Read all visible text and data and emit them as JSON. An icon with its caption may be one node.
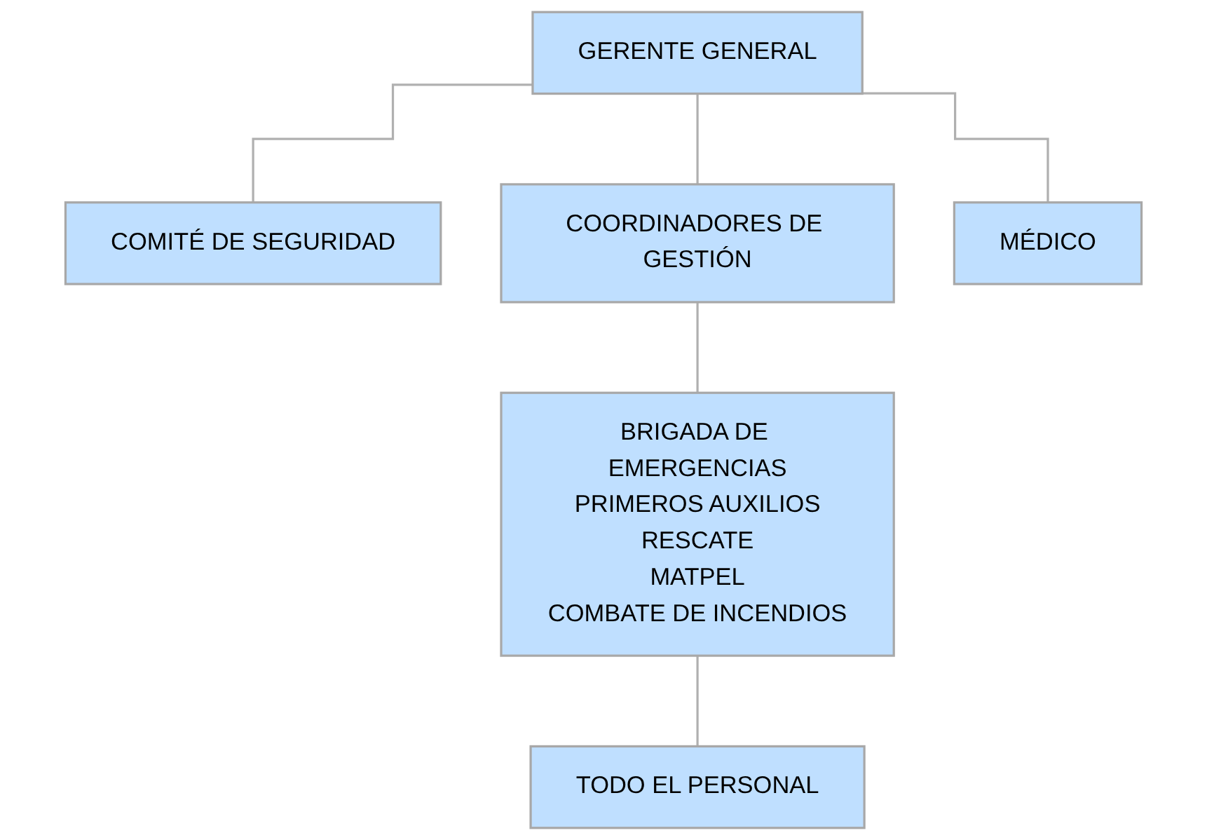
{
  "diagram": {
    "nodes": [
      {
        "text": [
          "GERENTE GENERAL"
        ]
      },
      {
        "text": [
          "COMITÉ DE SEGURIDAD"
        ]
      },
      {
        "text": [
          "COORDINADORES DE GESTIÓN"
        ]
      },
      {
        "text": [
          "MÉDICO"
        ]
      },
      {
        "text": [
          "BRIGADA DE EMERGENCIAS",
          "PRIMEROS AUXILIOS",
          "RESCATE",
          "MATPEL",
          "COMBATE DE INCENDIOS"
        ]
      },
      {
        "text": [
          "TODO EL PERSONAL"
        ]
      }
    ],
    "edges": [
      {
        "from": 0,
        "to": 1,
        "arrow": "none"
      },
      {
        "from": 0,
        "to": 2,
        "arrow": "none"
      },
      {
        "from": 0,
        "to": 3,
        "arrow": "none"
      },
      {
        "from": 2,
        "to": 4,
        "arrow": "none"
      },
      {
        "from": 4,
        "to": 5,
        "arrow": "none"
      }
    ]
  }
}
